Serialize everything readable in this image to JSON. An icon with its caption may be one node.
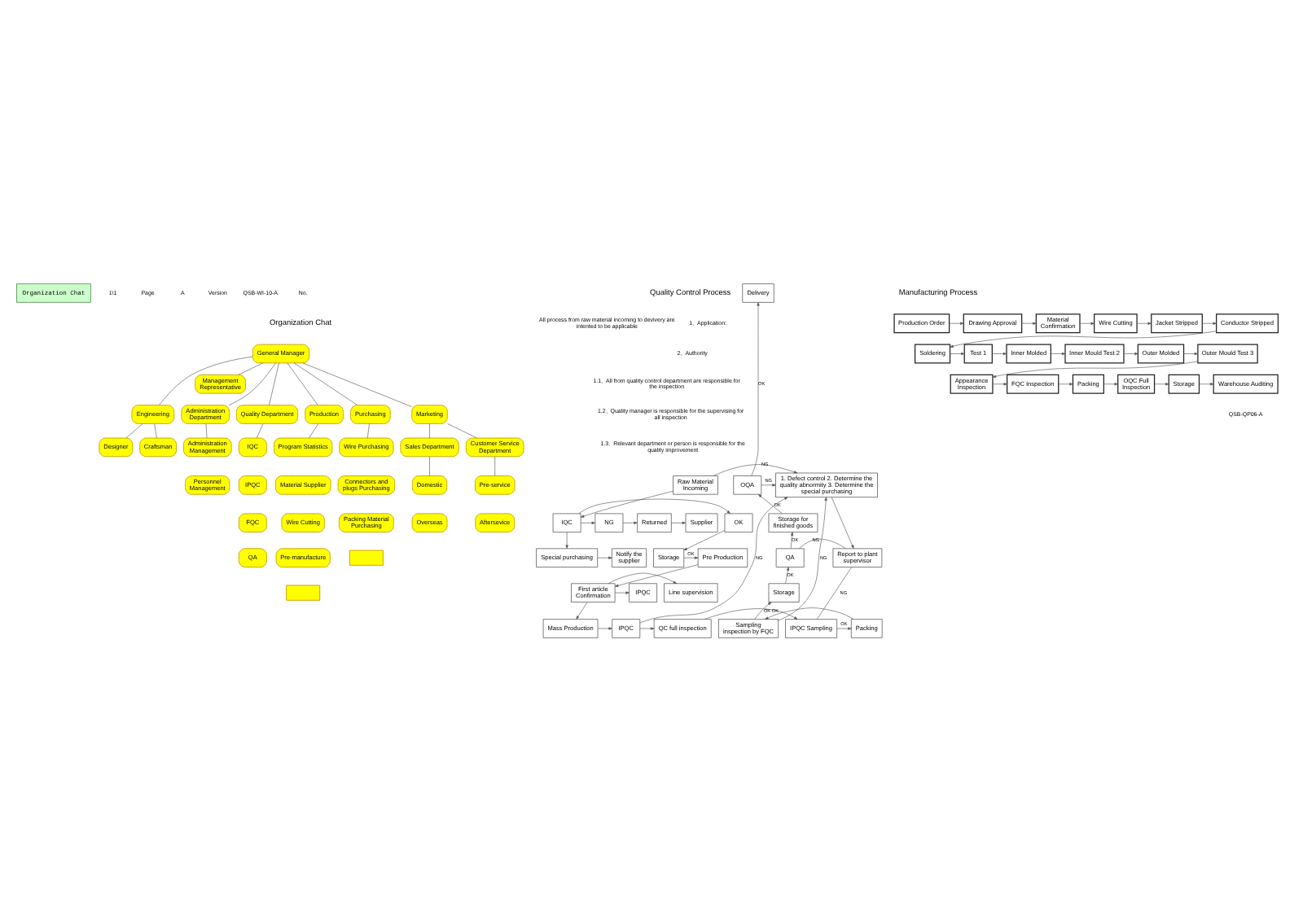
{
  "diagram": {
    "nodes": [
      {
        "text": [
          "Organization Chat"
        ]
      },
      {
        "text": [
          "General Manager"
        ]
      },
      {
        "text": [
          "Management Representative"
        ]
      },
      {
        "text": [
          "Administration Department"
        ]
      },
      {
        "text": [
          "Quality Department"
        ]
      },
      {
        "text": [
          "Production"
        ]
      },
      {
        "text": [
          "Purchasing"
        ]
      },
      {
        "text": [
          "Marketing"
        ]
      },
      {
        "text": [
          "Engineering"
        ]
      },
      {
        "text": [
          "Administration Management"
        ]
      },
      {
        "text": [
          "Personnel Management"
        ]
      },
      {
        "text": [
          "IQC"
        ]
      },
      {
        "text": [
          "IPQC"
        ]
      },
      {
        "text": [
          "FQC"
        ]
      },
      {
        "text": [
          "QA"
        ]
      },
      {
        "text": [
          "Program Statistics"
        ]
      },
      {
        "text": [
          "Material Supplier"
        ]
      },
      {
        "text": [
          "Wire Cutting"
        ]
      },
      {
        "text": [
          "Pre-manufacture"
        ]
      },
      {
        "text": [],
        "shape": "box"
      },
      {
        "text": [
          "Wire Purchasing"
        ]
      },
      {
        "text": [
          "Connectors and plugs Purchasing"
        ]
      },
      {
        "text": [
          "Packing Material Purchasing"
        ]
      },
      {
        "text": [],
        "shape": "box"
      },
      {
        "text": [
          "Sales Department"
        ]
      },
      {
        "text": [
          "Customer Service Department"
        ]
      },
      {
        "text": [
          "Designer"
        ]
      },
      {
        "text": [
          "Craftsman"
        ]
      },
      {
        "text": [
          "Domestic"
        ]
      },
      {
        "text": [
          "Overseas"
        ]
      },
      {
        "text": [
          "Pre-service"
        ]
      },
      {
        "text": [
          "Aftersevice"
        ]
      },
      {
        "text": [
          "Delivery"
        ]
      },
      {
        "text": [
          "Raw Material Incoming"
        ]
      },
      {
        "text": [
          "1. Defect control 2. Determine the quality abnormity 3. Determine the special purchasing"
        ]
      },
      {
        "text": [
          "OQA"
        ]
      },
      {
        "text": [
          "OK"
        ]
      },
      {
        "text": [
          "IQC"
        ]
      },
      {
        "text": [
          "NG"
        ]
      },
      {
        "text": [
          "Returned"
        ]
      },
      {
        "text": [
          "Supplier"
        ]
      },
      {
        "text": [
          "Storage for finished goods"
        ]
      },
      {
        "text": [
          "Storage"
        ]
      },
      {
        "text": [
          "Pre Production"
        ]
      },
      {
        "text": [
          "Special purchasing"
        ]
      },
      {
        "text": [
          "Notify the supplier"
        ]
      },
      {
        "text": [
          "Report to plant supervisor"
        ]
      },
      {
        "text": [
          "QA"
        ]
      },
      {
        "text": [
          "Line supervision"
        ]
      },
      {
        "text": [
          "First article Confirmation"
        ]
      },
      {
        "text": [
          "IPQC"
        ]
      },
      {
        "text": [
          "Storage"
        ]
      },
      {
        "text": [
          "Mass Production"
        ]
      },
      {
        "text": [
          "IPQC"
        ]
      },
      {
        "text": [
          "QC full inspection"
        ]
      },
      {
        "text": [
          "IPQC Sampling"
        ]
      },
      {
        "text": [
          "Packing"
        ]
      },
      {
        "text": [
          "Sampling inspection by FQC"
        ]
      },
      {
        "text": [
          "Production Order"
        ]
      },
      {
        "text": [
          "Drawing Approval"
        ]
      },
      {
        "text": [
          "Material Confirmation"
        ]
      },
      {
        "text": [
          "Wire Cutting"
        ]
      },
      {
        "text": [
          "Jacket Stripped"
        ]
      },
      {
        "text": [
          "Conductor Stripped"
        ]
      },
      {
        "text": [
          "Soldering"
        ]
      },
      {
        "text": [
          "Test 1"
        ]
      },
      {
        "text": [
          "Inner Molded"
        ]
      },
      {
        "text": [
          "Inner Mould Test 2"
        ]
      },
      {
        "text": [
          "Outer Molded"
        ]
      },
      {
        "text": [
          "Outer Mould Test 3"
        ]
      },
      {
        "text": [
          "Appearance Inspection"
        ]
      },
      {
        "text": [
          "FQC Inspection"
        ]
      },
      {
        "text": [
          "Packing"
        ]
      },
      {
        "text": [
          "OQC Full Inspection"
        ]
      },
      {
        "text": [
          "Storage"
        ]
      },
      {
        "text": [
          "Warehouse Auditing"
        ]
      }
    ],
    "edges": [
      {
        "from": 1,
        "to": 2,
        "arrow": "none"
      },
      {
        "from": 1,
        "to": 3,
        "arrow": "none"
      },
      {
        "from": 1,
        "to": 4,
        "arrow": "none"
      },
      {
        "from": 1,
        "to": 5,
        "arrow": "none"
      },
      {
        "from": 1,
        "to": 6,
        "arrow": "none"
      },
      {
        "from": 1,
        "to": 7,
        "arrow": "none"
      },
      {
        "from": 1,
        "to": 8,
        "arrow": "none"
      },
      {
        "from": 3,
        "to": 9,
        "arrow": "none"
      },
      {
        "from": 4,
        "to": 11,
        "arrow": "none"
      },
      {
        "from": 5,
        "to": 15,
        "arrow": "none"
      },
      {
        "from": 6,
        "to": 20,
        "arrow": "none"
      },
      {
        "from": 7,
        "to": 24,
        "arrow": "none"
      },
      {
        "from": 7,
        "to": 25,
        "arrow": "none"
      },
      {
        "from": 8,
        "to": 26,
        "arrow": "none"
      },
      {
        "from": 8,
        "to": 27,
        "arrow": "none"
      },
      {
        "from": 24,
        "to": 28,
        "arrow": "none"
      },
      {
        "from": 25,
        "to": 30,
        "arrow": "none"
      },
      {
        "from": 33,
        "to": 37,
        "arrow": "to"
      },
      {
        "from": 33,
        "to": 34,
        "arrow": "to",
        "label": "NG"
      },
      {
        "from": 37,
        "to": 36,
        "arrow": "to"
      },
      {
        "from": 37,
        "to": 38,
        "arrow": "to"
      },
      {
        "from": 38,
        "to": 39,
        "arrow": "to"
      },
      {
        "from": 39,
        "to": 40,
        "arrow": "to"
      },
      {
        "from": 36,
        "to": 42,
        "arrow": "to"
      },
      {
        "from": 42,
        "to": 43,
        "arrow": "to",
        "label": "OK"
      },
      {
        "from": 37,
        "to": 44,
        "arrow": "to"
      },
      {
        "from": 44,
        "to": 45,
        "arrow": "to"
      },
      {
        "from": 43,
        "to": 49,
        "arrow": "to"
      },
      {
        "from": 49,
        "to": 48,
        "arrow": "to"
      },
      {
        "from": 49,
        "to": 50,
        "arrow": "to"
      },
      {
        "from": 49,
        "to": 52,
        "arrow": "to"
      },
      {
        "from": 52,
        "to": 53,
        "arrow": "to"
      },
      {
        "from": 53,
        "to": 34,
        "arrow": "to",
        "label": "NG"
      },
      {
        "from": 53,
        "to": 54,
        "arrow": "to"
      },
      {
        "from": 54,
        "to": 55,
        "arrow": "to",
        "label": "OK"
      },
      {
        "from": 55,
        "to": 46,
        "arrow": "none",
        "label": "NG"
      },
      {
        "from": 34,
        "to": 46,
        "arrow": "to"
      },
      {
        "from": 55,
        "to": 56,
        "arrow": "to",
        "label": "OK"
      },
      {
        "from": 56,
        "to": 57,
        "arrow": "to"
      },
      {
        "from": 57,
        "to": 51,
        "arrow": "to",
        "label": "OK"
      },
      {
        "from": 51,
        "to": 47,
        "arrow": "to",
        "label": "OK"
      },
      {
        "from": 47,
        "to": 41,
        "arrow": "to",
        "label": "OK"
      },
      {
        "from": 41,
        "to": 35,
        "arrow": "to",
        "label": "OK"
      },
      {
        "from": 35,
        "to": 32,
        "arrow": "to",
        "label": "OK"
      },
      {
        "from": 35,
        "to": 34,
        "arrow": "to",
        "label": "NG"
      },
      {
        "from": 47,
        "to": 46,
        "arrow": "none",
        "label": "NG"
      },
      {
        "from": 57,
        "to": 34,
        "arrow": "to",
        "label": "NG"
      },
      {
        "from": 58,
        "to": 59,
        "arrow": "to"
      },
      {
        "from": 59,
        "to": 60,
        "arrow": "to"
      },
      {
        "from": 60,
        "to": 61,
        "arrow": "to"
      },
      {
        "from": 61,
        "to": 62,
        "arrow": "to"
      },
      {
        "from": 62,
        "to": 63,
        "arrow": "to"
      },
      {
        "from": 63,
        "to": 64,
        "arrow": "to"
      },
      {
        "from": 64,
        "to": 65,
        "arrow": "to"
      },
      {
        "from": 65,
        "to": 66,
        "arrow": "to"
      },
      {
        "from": 66,
        "to": 67,
        "arrow": "to"
      },
      {
        "from": 67,
        "to": 68,
        "arrow": "to"
      },
      {
        "from": 68,
        "to": 69,
        "arrow": "to"
      },
      {
        "from": 69,
        "to": 70,
        "arrow": "to"
      },
      {
        "from": 70,
        "to": 71,
        "arrow": "to"
      },
      {
        "from": 71,
        "to": 72,
        "arrow": "to"
      },
      {
        "from": 72,
        "to": 73,
        "arrow": "to"
      },
      {
        "from": 73,
        "to": 74,
        "arrow": "to"
      },
      {
        "from": 74,
        "to": 75,
        "arrow": "to"
      }
    ],
    "labels": [
      "No.",
      "QSB-WI-10-A",
      "Version",
      "A",
      "Page",
      "1\\1",
      "Organization Chat",
      "Quality Control Process",
      "1、Application:",
      "All process from raw material incoming to devivery are intented to be applicable",
      "2、Authority",
      "1.1、All from quality control department are responsible for the inspection",
      "1.2、Quality manager is responsible for the supervising for all inspection",
      "1.3、Relevant department or person is responsible for the quality improvement",
      "Manufacturing Process",
      "QSB-QP06-A"
    ]
  }
}
